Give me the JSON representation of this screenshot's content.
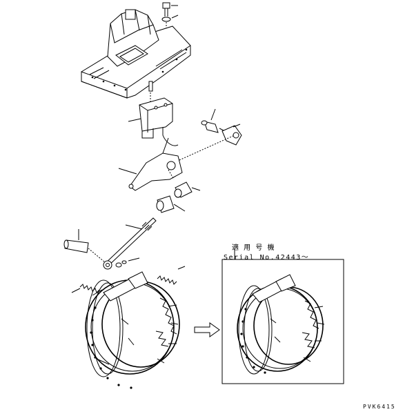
{
  "applicability": {
    "title": "適 用 号 機",
    "serial": "Serial No.42443～"
  },
  "figure_code": "PVK6415",
  "icons": {
    "arrow": "right-arrow-icon"
  }
}
